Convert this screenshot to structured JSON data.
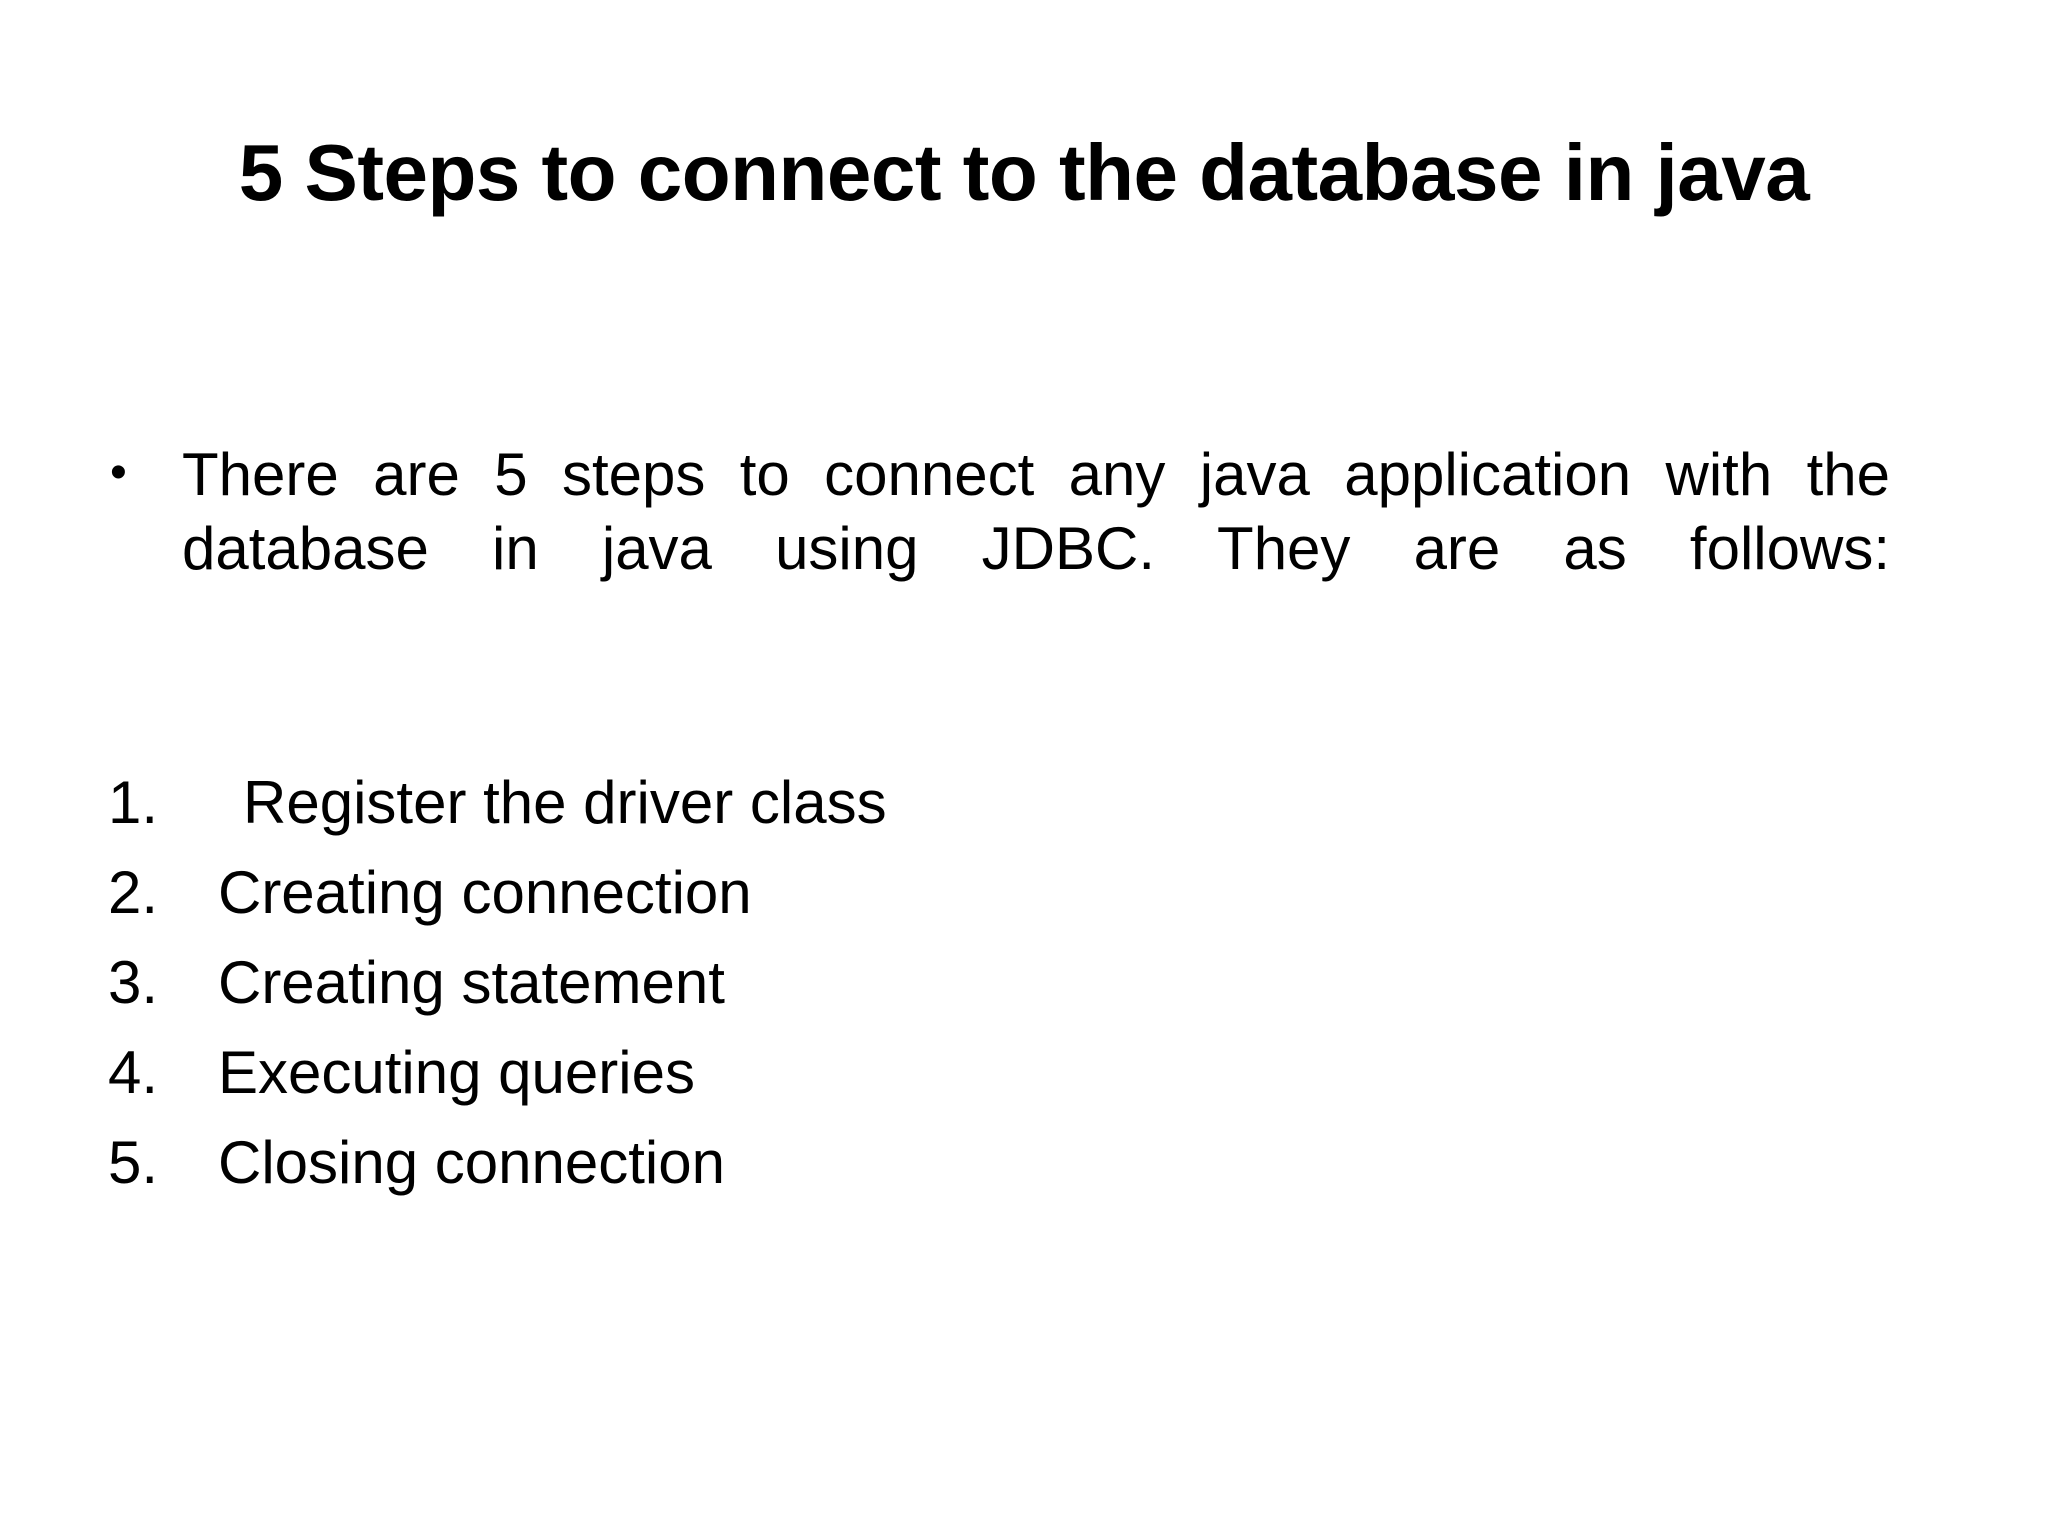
{
  "slide": {
    "background_color": "#ffffff",
    "text_color": "#000000",
    "title": "5 Steps to connect to the database in java",
    "bullet": {
      "marker": "•",
      "text": "There are 5 steps to connect any java application with the database in java using JDBC. They are as follows:"
    },
    "steps": [
      {
        "marker": "1.",
        "label": "Register the driver class"
      },
      {
        "marker": "2.",
        "label": "Creating connection"
      },
      {
        "marker": "3.",
        "label": "Creating statement"
      },
      {
        "marker": "4.",
        "label": "Executing queries"
      },
      {
        "marker": "5.",
        "label": "Closing connection"
      }
    ]
  }
}
